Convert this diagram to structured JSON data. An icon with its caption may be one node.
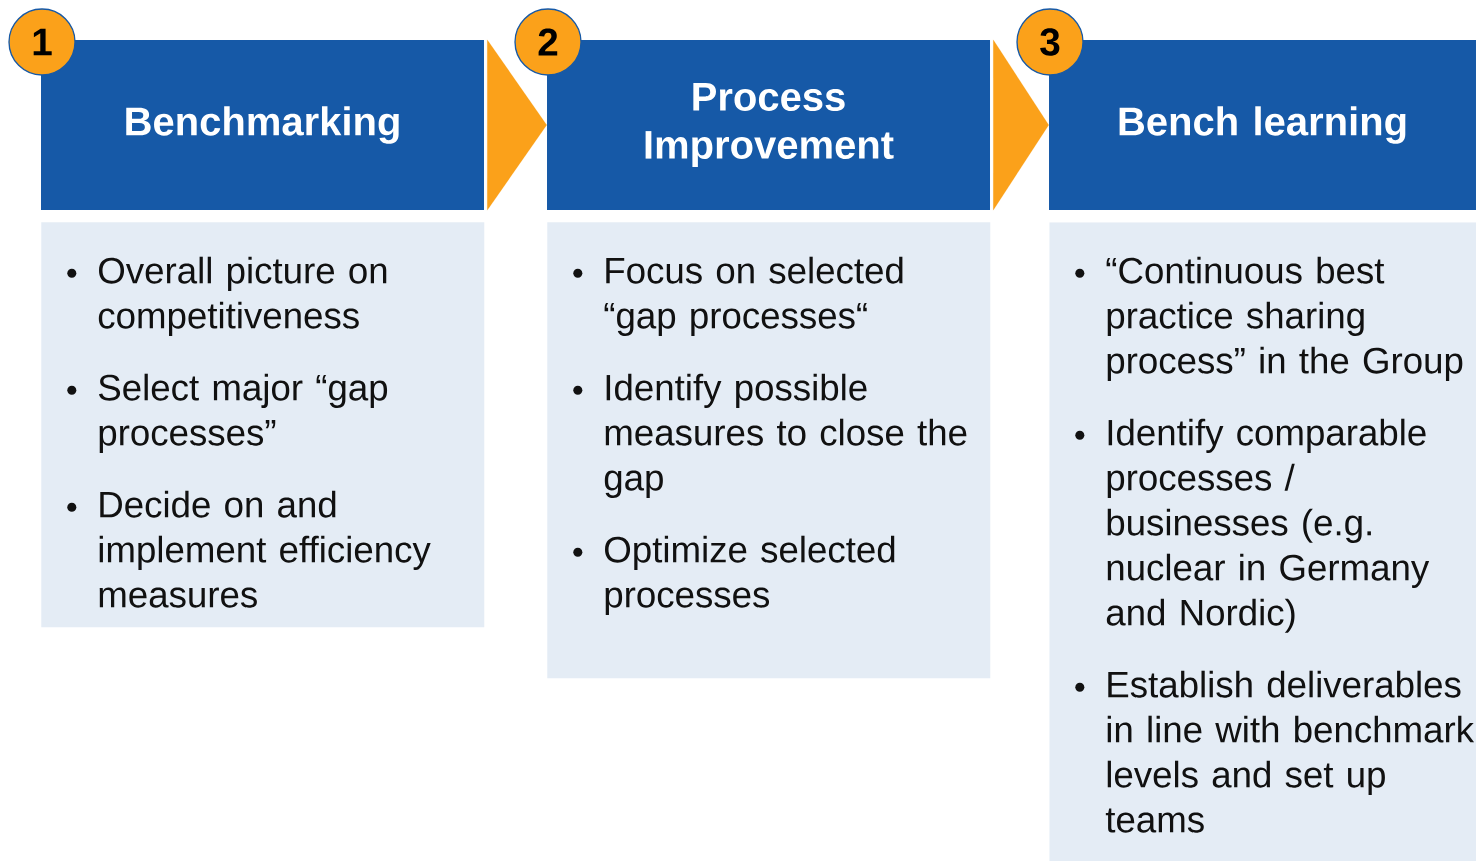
{
  "diagram": {
    "nodes": [
      {
        "text": [
          "Benchmarking"
        ]
      },
      {
        "text": [
          "1"
        ]
      },
      {
        "text": [
          "Overall picture on competitiveness",
          "Select major “gap processes”",
          "Decide on and implement efficiency measures"
        ]
      },
      {
        "text": [
          "Process Improvement"
        ]
      },
      {
        "text": [
          "2"
        ]
      },
      {
        "text": [
          "Focus on selected “gap processes“",
          "Identify possible measures to close the gap",
          "Optimize selected processes"
        ]
      },
      {
        "text": [
          "Bench learning"
        ]
      },
      {
        "text": [
          "3"
        ]
      },
      {
        "text": [
          "“Continuous best practice sharing process” in the Group",
          "Identify comparable processes / businesses (e.g. nuclear in Germany and Nordic)",
          "Establish deliverables in line with benchmark levels and set up teams"
        ]
      }
    ],
    "edges": [
      {
        "from": 0,
        "to": 3,
        "arrow": "to"
      },
      {
        "from": 3,
        "to": 6,
        "arrow": "to"
      }
    ]
  }
}
